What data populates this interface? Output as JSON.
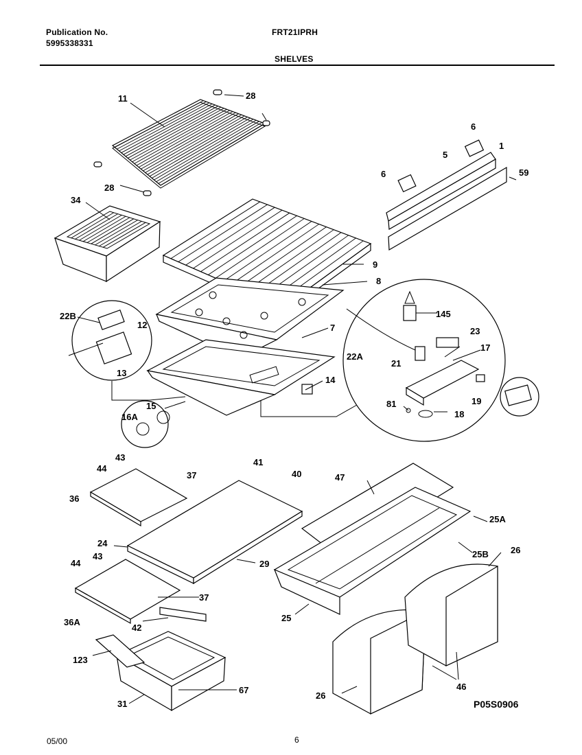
{
  "header": {
    "publication_label": "Publication No.",
    "publication_number": "5995338331",
    "model": "FRT21IPRH",
    "section": "SHELVES"
  },
  "diagram": {
    "code": "P05S0906",
    "callouts": {
      "c11": "11",
      "c28a": "28",
      "c28b": "28",
      "c6a": "6",
      "c5": "5",
      "c1": "1",
      "c6b": "6",
      "c59": "59",
      "c34": "34",
      "c9": "9",
      "c8": "8",
      "c7": "7",
      "c22b": "22B",
      "c12": "12",
      "c13": "13",
      "c14": "14",
      "c15": "15",
      "c16a": "16A",
      "c145": "145",
      "c23": "23",
      "c22a": "22A",
      "c21": "21",
      "c17": "17",
      "c19": "19",
      "c81": "81",
      "c18": "18",
      "c43a": "43",
      "c44a": "44",
      "c37a": "37",
      "c36": "36",
      "c41": "41",
      "c40": "40",
      "c47": "47",
      "c25a": "25A",
      "c24": "24",
      "c29": "29",
      "c25b": "25B",
      "c26a": "26",
      "c44b": "44",
      "c43b": "43",
      "c37b": "37",
      "c36a": "36A",
      "c25": "25",
      "c42": "42",
      "c123": "123",
      "c67": "67",
      "c31": "31",
      "c26b": "26",
      "c46": "46"
    }
  },
  "footer": {
    "date": "05/00",
    "page": "6"
  }
}
